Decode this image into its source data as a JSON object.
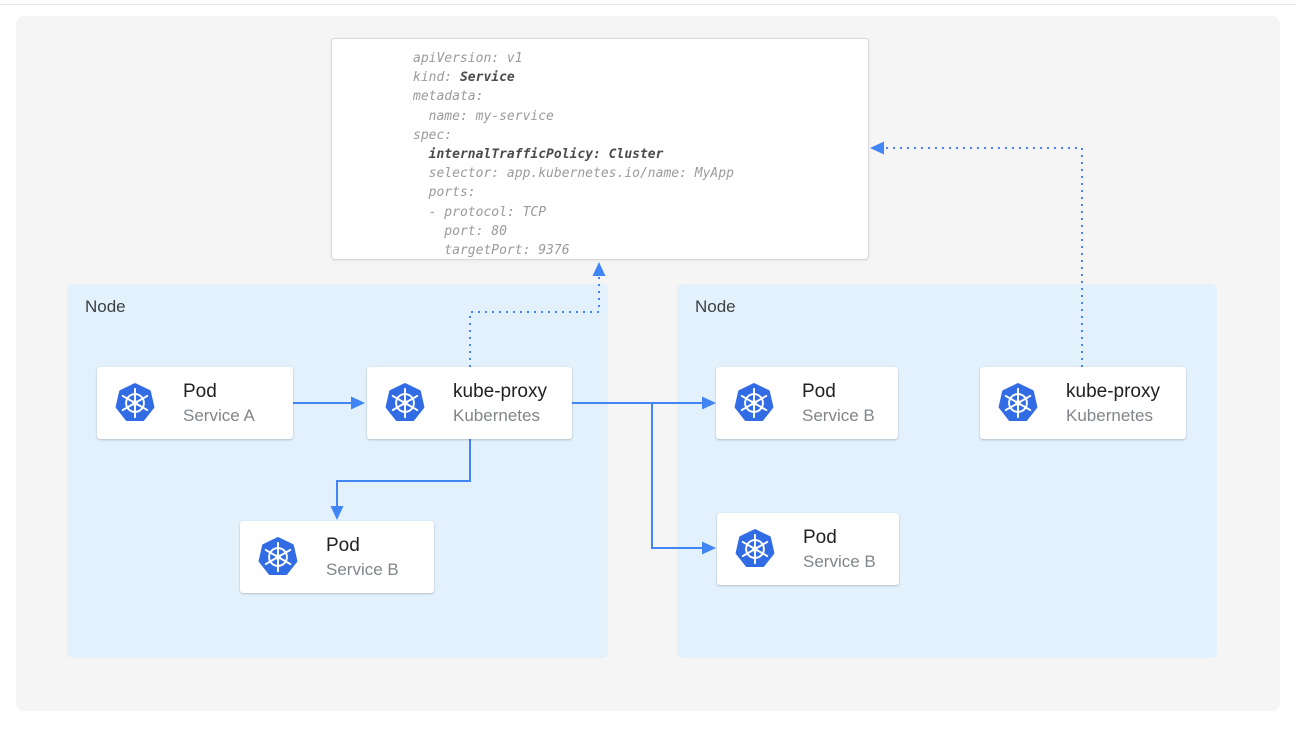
{
  "yaml_panel": {
    "lines": [
      [
        {
          "text": "apiVersion: v1"
        }
      ],
      [
        {
          "text": "kind: "
        },
        {
          "text": "Service",
          "bold": true
        }
      ],
      [
        {
          "text": "metadata:"
        }
      ],
      [
        {
          "text": "  name: my-service"
        }
      ],
      [
        {
          "text": "spec:"
        }
      ],
      [
        {
          "text": "  "
        },
        {
          "text": "internalTrafficPolicy: Cluster",
          "bold": true
        }
      ],
      [
        {
          "text": "  selector: app.kubernetes.io/name: MyApp"
        }
      ],
      [
        {
          "text": "  ports:"
        }
      ],
      [
        {
          "text": "  - protocol: TCP"
        }
      ],
      [
        {
          "text": "    port: 80"
        }
      ],
      [
        {
          "text": "    targetPort: 9376"
        }
      ]
    ]
  },
  "nodes": {
    "left": {
      "label": "Node",
      "cards": {
        "pod_a": {
          "title": "Pod",
          "subtitle": "Service A"
        },
        "kube_proxy": {
          "title": "kube-proxy",
          "subtitle": "Kubernetes"
        },
        "pod_b": {
          "title": "Pod",
          "subtitle": "Service B"
        }
      }
    },
    "right": {
      "label": "Node",
      "cards": {
        "pod_b1": {
          "title": "Pod",
          "subtitle": "Service B"
        },
        "pod_b2": {
          "title": "Pod",
          "subtitle": "Service B"
        },
        "kube_proxy": {
          "title": "kube-proxy",
          "subtitle": "Kubernetes"
        }
      }
    }
  },
  "icons": {
    "kubernetes": "kubernetes-helm-logo"
  },
  "colors": {
    "kubernetes_blue": "#326ce5",
    "arrow_blue": "#4285f4",
    "node_fill": "#e3f1fd",
    "canvas_fill": "#f5f5f6",
    "code_gray": "#9a9a9a",
    "code_bold": "#4b4b4b"
  }
}
